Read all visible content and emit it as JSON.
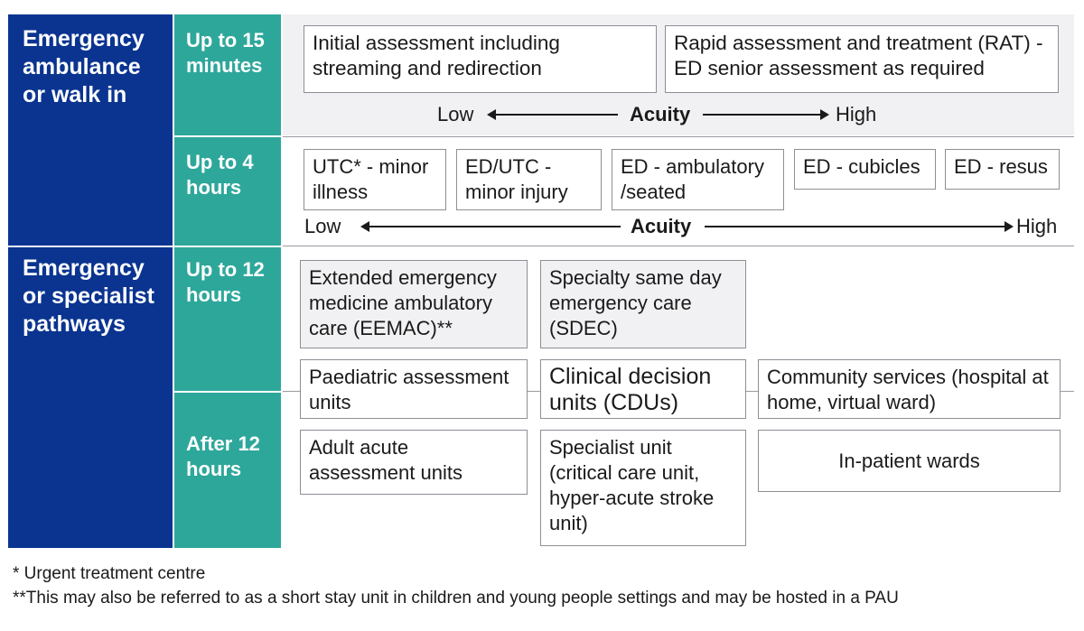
{
  "sections": {
    "emergency_walk_in": "Emergency ambulance or walk in",
    "emergency_specialist": "Emergency or specialist pathways"
  },
  "times": {
    "up_to_15": "Up to 15 minutes",
    "up_to_4": "Up to 4 hours",
    "up_to_12": "Up to 12 hours",
    "after_12": "After 12 hours"
  },
  "boxes": {
    "initial_assessment": "Initial assessment including streaming and redirection",
    "rat": "Rapid assessment and treatment (RAT) - ED senior assessment as required",
    "utc_minor_illness": "UTC* - minor illness",
    "ed_utc_minor_injury": "ED/UTC - minor injury",
    "ed_ambulatory": "ED - ambulatory /seated",
    "ed_cubicles": "ED - cubicles",
    "ed_resus": "ED - resus",
    "eemac": "Extended emergency medicine ambulatory care (EEMAC)**",
    "sdec": "Specialty same day emergency care (SDEC)",
    "paediatric": "Paediatric assessment units",
    "cdu": "Clinical decision units (CDUs)",
    "community": "Community services (hospital at home, virtual ward)",
    "adult_acute": "Adult acute assessment units",
    "specialist_unit": "Specialist unit (critical care unit, hyper-acute stroke unit)",
    "inpatient": "In-patient wards"
  },
  "acuity_axis": {
    "low": "Low",
    "label": "Acuity",
    "high": "High"
  },
  "footnotes": {
    "utc": "*  Urgent treatment centre",
    "pau": "**This may also be referred to as a short stay unit in children and young people settings and may be hosted in a PAU"
  },
  "colors": {
    "navy": "#0a3490",
    "teal": "#2ea79b",
    "box_grey": "#f1f1f3"
  }
}
